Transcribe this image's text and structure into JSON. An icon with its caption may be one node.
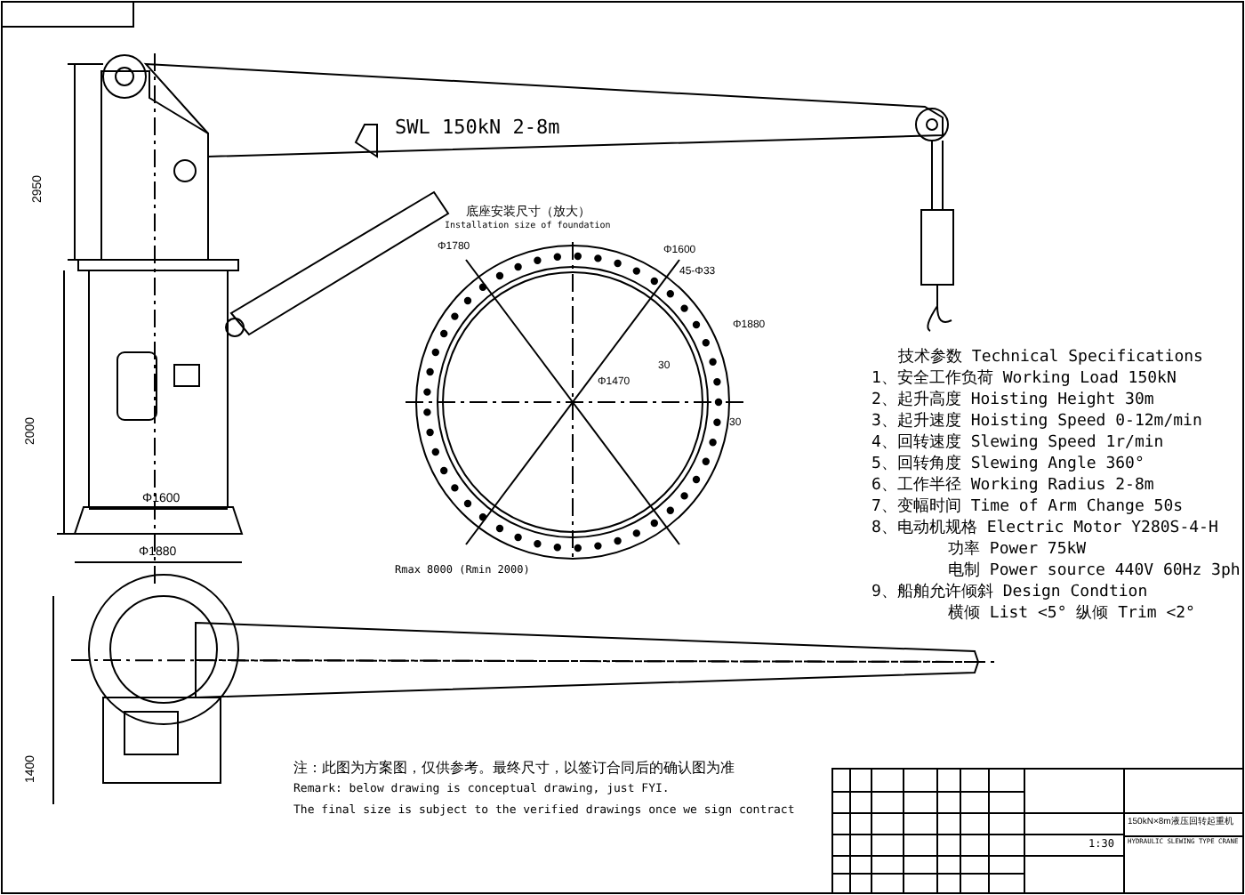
{
  "diagram": {
    "labels": [
      "SWL 150kN 2-8m",
      "2950",
      "2000",
      "Φ1600",
      "Φ1880",
      "底座安装尺寸（放大）",
      "Installation size of foundation",
      "Φ1780",
      "Φ1600",
      "45-Φ33",
      "Φ1880",
      "30",
      "Φ1470",
      "30",
      "Rmax 8000 (Rmin 2000)",
      "1400",
      "技术参数 Technical Specifications",
      "1、安全工作负荷 Working Load 150kN",
      "2、起升高度 Hoisting Height 30m",
      "3、起升速度 Hoisting Speed 0-12m/min",
      "4、回转速度 Slewing Speed 1r/min",
      "5、回转角度 Slewing Angle 360°",
      "6、工作半径 Working Radius 2-8m",
      "7、变幅时间 Time of Arm Change 50s",
      "8、电动机规格 Electric Motor Y280S-4-H",
      "功率 Power 75kW",
      "电制 Power source 440V 60Hz 3ph",
      "9、船舶允许倾斜 Design Condtion",
      "横倾 List <5° 纵倾 Trim <2°",
      "注：此图为方案图，仅供参考。最终尺寸，以签订合同后的确认图为准",
      "Remark: below drawing is conceptual drawing, just FYI.",
      "The final size is subject to the verified drawings once we sign contract",
      "150kN×8m液压回转起重机",
      "HYDRAULIC SLEWING TYPE CRANE",
      "1:30"
    ]
  }
}
